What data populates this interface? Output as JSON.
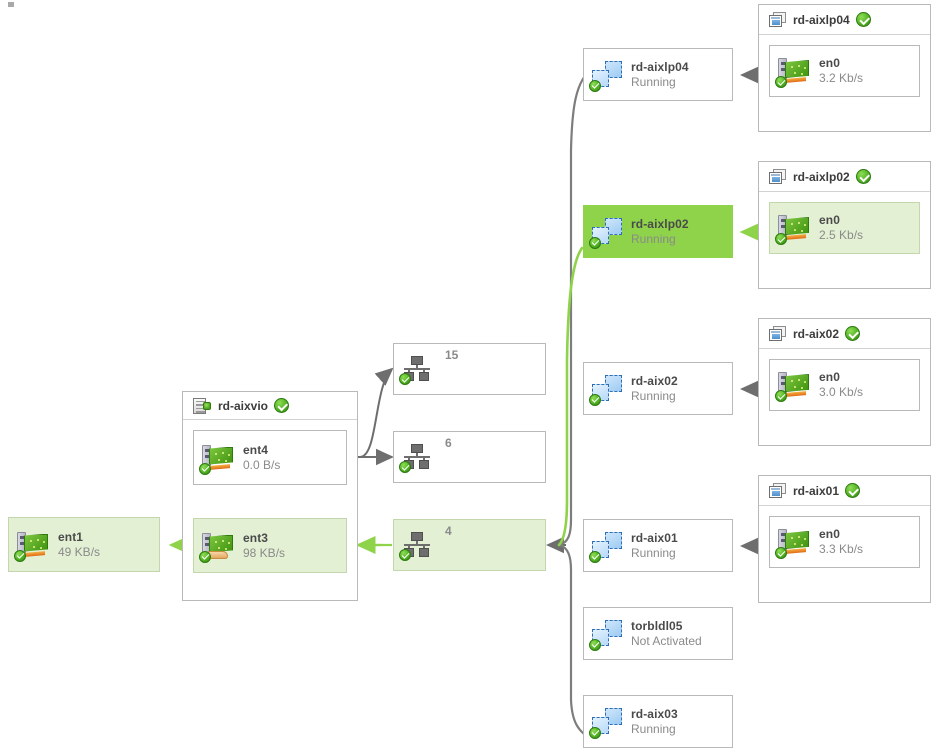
{
  "colors": {
    "selected_strong": "#8ed34a",
    "selected_soft": "#e3f0d4",
    "wire_gray": "#6e6e6e",
    "wire_green": "#8ed34a",
    "border": "#b9b9b9",
    "title_text": "#4a4a4a",
    "sub_text": "#8a8a8a"
  },
  "physical_adapter": {
    "name": "ent1",
    "rate": "49 KB/s",
    "icon": "network-adapter-icon",
    "status_icon": "status-ok-icon",
    "selected": true
  },
  "vios": {
    "title": "rd-aixvio",
    "icon": "server-rack-icon",
    "status_icon": "status-ok-icon",
    "adapters": [
      {
        "name": "ent4",
        "rate": "0.0 B/s",
        "icon": "network-adapter-icon",
        "status_icon": "status-ok-icon",
        "selected": false
      },
      {
        "name": "ent3",
        "rate": "98 KB/s",
        "icon": "shared-network-adapter-icon",
        "status_icon": "status-ok-icon",
        "selected": true
      }
    ]
  },
  "vlans": [
    {
      "id": "15",
      "icon": "vlan-icon",
      "status_icon": "status-ok-icon",
      "selected": false
    },
    {
      "id": "6",
      "icon": "vlan-icon",
      "status_icon": "status-ok-icon",
      "selected": false
    },
    {
      "id": "4",
      "icon": "vlan-icon",
      "status_icon": "status-ok-icon",
      "selected": true
    }
  ],
  "lpars": [
    {
      "name": "rd-aixlp04",
      "state": "Running",
      "icon": "lpar-icon",
      "status_icon": "status-ok-icon",
      "selected": false
    },
    {
      "name": "rd-aixlp02",
      "state": "Running",
      "icon": "lpar-icon",
      "status_icon": "status-ok-icon",
      "selected": true
    },
    {
      "name": "rd-aix02",
      "state": "Running",
      "icon": "lpar-icon",
      "status_icon": "status-ok-icon",
      "selected": false
    },
    {
      "name": "rd-aix01",
      "state": "Running",
      "icon": "lpar-icon",
      "status_icon": "status-ok-icon",
      "selected": false
    },
    {
      "name": "torbldl05",
      "state": "Not Activated",
      "icon": "lpar-icon",
      "status_icon": "status-ok-icon",
      "selected": false
    },
    {
      "name": "rd-aix03",
      "state": "Running",
      "icon": "lpar-icon",
      "status_icon": "status-ok-icon",
      "selected": false
    }
  ],
  "servers": [
    {
      "title": "rd-aixlp04",
      "icon": "window-icon",
      "status_icon": "status-ok-icon",
      "adapter": {
        "name": "en0",
        "rate": "3.2 Kb/s",
        "icon": "network-adapter-icon",
        "status_icon": "status-ok-icon",
        "selected": false
      }
    },
    {
      "title": "rd-aixlp02",
      "icon": "window-icon",
      "status_icon": "status-ok-icon",
      "adapter": {
        "name": "en0",
        "rate": "2.5 Kb/s",
        "icon": "network-adapter-icon",
        "status_icon": "status-ok-icon",
        "selected": true
      }
    },
    {
      "title": "rd-aix02",
      "icon": "window-icon",
      "status_icon": "status-ok-icon",
      "adapter": {
        "name": "en0",
        "rate": "3.0 Kb/s",
        "icon": "network-adapter-icon",
        "status_icon": "status-ok-icon",
        "selected": false
      }
    },
    {
      "title": "rd-aix01",
      "icon": "window-icon",
      "status_icon": "status-ok-icon",
      "adapter": {
        "name": "en0",
        "rate": "3.3 Kb/s",
        "icon": "network-adapter-icon",
        "status_icon": "status-ok-icon",
        "selected": false
      }
    }
  ]
}
